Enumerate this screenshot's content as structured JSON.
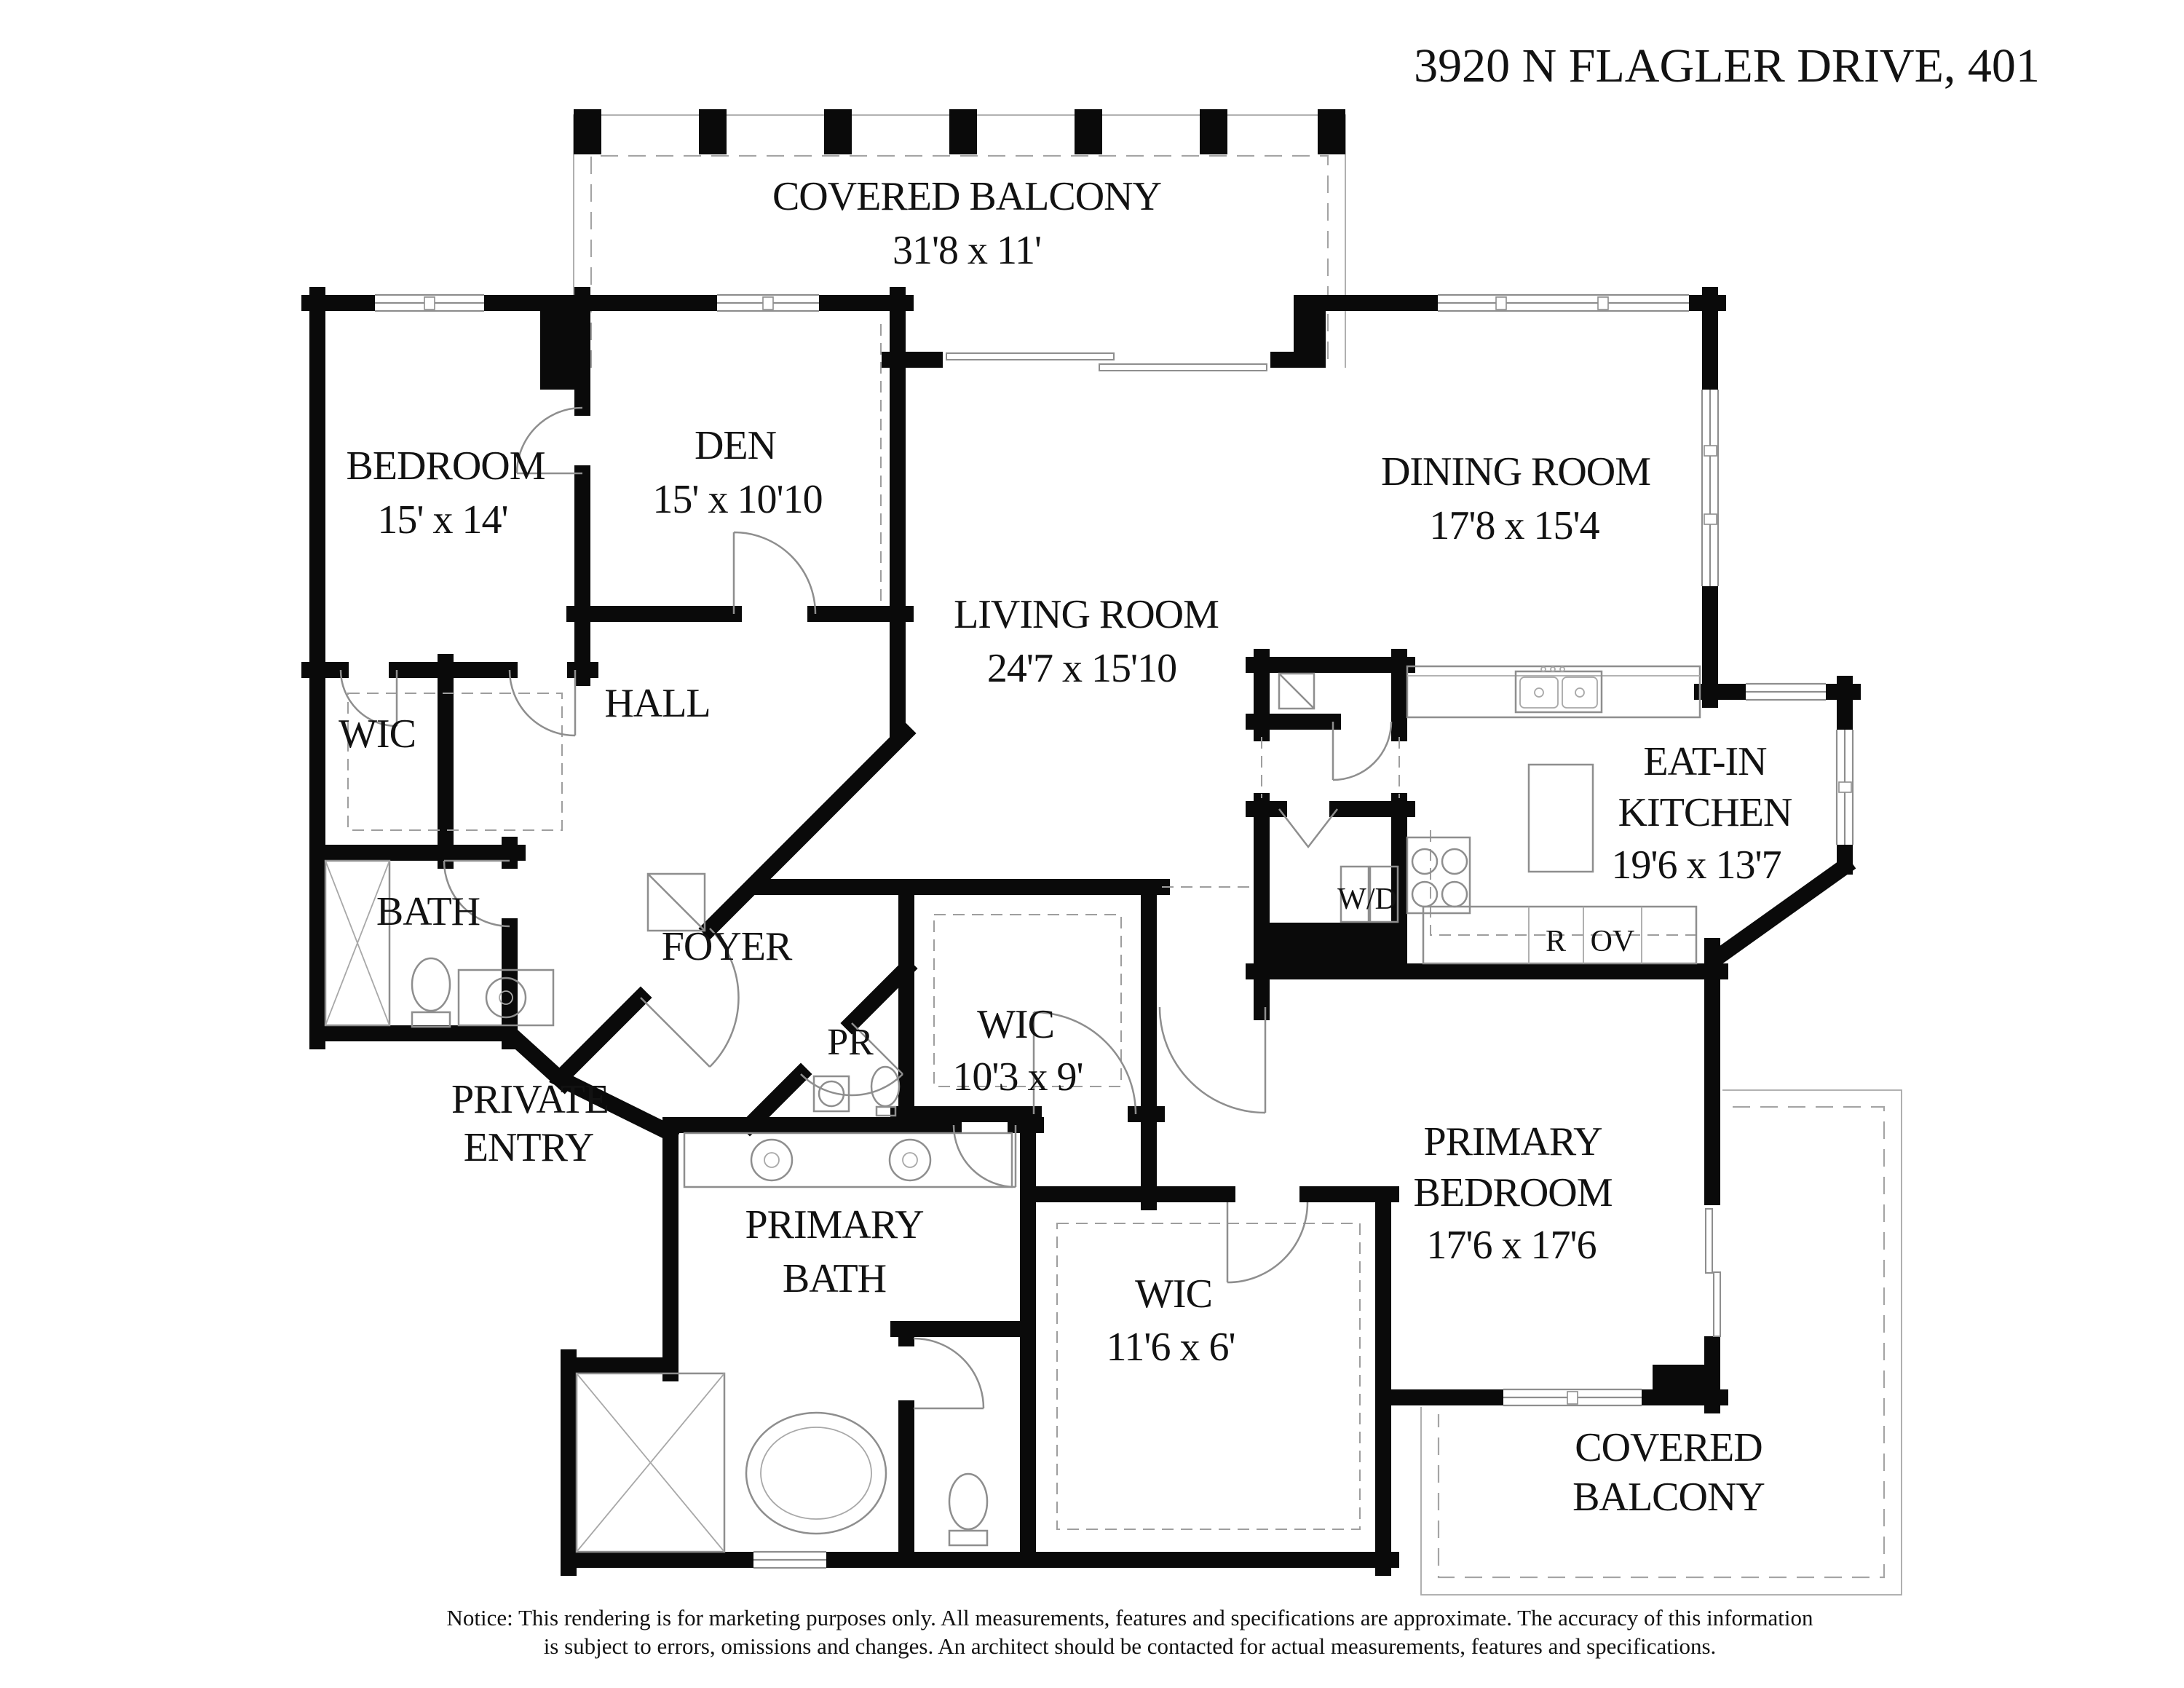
{
  "title": "3920 N FLAGLER DRIVE, 401",
  "rooms": {
    "balcony_top": {
      "lines": [
        "COVERED BALCONY",
        "31'8 x 11'"
      ]
    },
    "bedroom": {
      "lines": [
        "BEDROOM",
        "15' x 14'"
      ]
    },
    "den": {
      "lines": [
        "DEN",
        "15' x 10'10"
      ]
    },
    "dining": {
      "lines": [
        "DINING ROOM",
        "17'8 x 15'4"
      ]
    },
    "living": {
      "lines": [
        "LIVING ROOM",
        "24'7 x 15'10"
      ]
    },
    "hall": {
      "lines": [
        "HALL"
      ]
    },
    "wic_left": {
      "lines": [
        "WIC"
      ]
    },
    "bath": {
      "lines": [
        "BATH"
      ]
    },
    "foyer": {
      "lines": [
        "FOYER"
      ]
    },
    "kitchen": {
      "lines": [
        "EAT-IN",
        "KITCHEN",
        "19'6 x 13'7"
      ]
    },
    "laundry": {
      "lines": [
        "W/D"
      ]
    },
    "refrigerator": {
      "lines": [
        "R"
      ]
    },
    "oven": {
      "lines": [
        "OV"
      ]
    },
    "powder": {
      "lines": [
        "PR"
      ]
    },
    "wic_primary": {
      "lines": [
        "WIC",
        "10'3 x 9'"
      ]
    },
    "entry": {
      "lines": [
        "PRIVATE",
        "ENTRY"
      ]
    },
    "primary_bath": {
      "lines": [
        "PRIMARY",
        "BATH"
      ]
    },
    "primary_bedroom": {
      "lines": [
        "PRIMARY",
        "BEDROOM",
        "17'6 x 17'6"
      ]
    },
    "wic_lower": {
      "lines": [
        "WIC",
        "11'6 x 6'"
      ]
    },
    "balcony_bottom": {
      "lines": [
        "COVERED",
        "BALCONY"
      ]
    }
  },
  "notice": {
    "line1": "Notice: This rendering is for marketing purposes only. All measurements, features and specifications are approximate. The accuracy of this information",
    "line2": "is subject to errors, omissions and changes. An architect should be contacted for actual measurements, features and specifications."
  },
  "colors": {
    "wall": "#0a0a0a",
    "line": "#8e8e8e",
    "dash": "#a5a5a5",
    "background": "#ffffff"
  }
}
